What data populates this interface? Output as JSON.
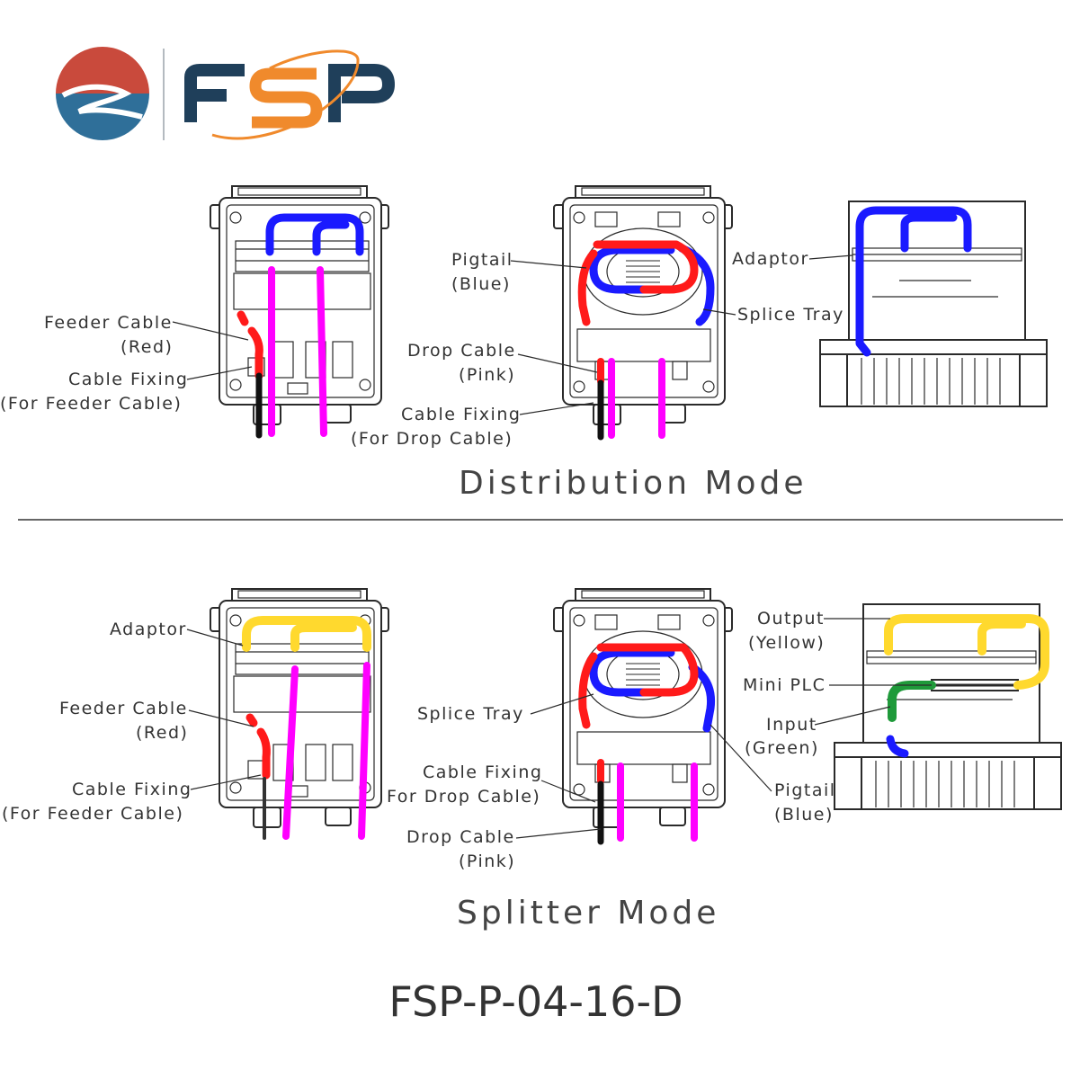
{
  "brand": {
    "logo_text": "FSP",
    "colors": {
      "red": "#c94a3c",
      "blue": "#2f6f99",
      "navy": "#1f3f5a",
      "orange": "#f08a2c"
    }
  },
  "colors": {
    "feeder_red": "#ff1a1a",
    "pigtail_blue": "#1a1aff",
    "drop_pink": "#ff00ff",
    "output_yellow": "#ffd92e",
    "input_green": "#1f9a3a",
    "line": "#2a2a2a"
  },
  "distribution": {
    "title": "Distribution Mode",
    "labels": {
      "feeder_cable": "Feeder Cable",
      "feeder_cable_color": "(Red)",
      "cable_fixing": "Cable Fixing",
      "cable_fixing_feeder": "(For Feeder Cable)",
      "pigtail": "Pigtail",
      "pigtail_color": "(Blue)",
      "drop_cable": "Drop Cable",
      "drop_cable_color": "(Pink)",
      "cable_fixing_2": "Cable Fixing",
      "cable_fixing_drop": "(For Drop Cable)",
      "adaptor": "Adaptor",
      "splice_tray": "Splice Tray"
    }
  },
  "splitter": {
    "title": "Splitter Mode",
    "labels": {
      "adaptor": "Adaptor",
      "feeder_cable": "Feeder Cable",
      "feeder_cable_color": "(Red)",
      "cable_fixing": "Cable Fixing",
      "cable_fixing_feeder": "(For Feeder Cable)",
      "splice_tray": "Splice Tray",
      "cable_fixing_2": "Cable Fixing",
      "cable_fixing_drop": "For Drop Cable)",
      "drop_cable": "Drop Cable",
      "drop_cable_color": "(Pink)",
      "output": "Output",
      "output_color": "(Yellow)",
      "mini_plc": "Mini PLC",
      "input": "Input",
      "input_color": "(Green)",
      "pigtail": "Pigtail",
      "pigtail_color": "(Blue)"
    }
  },
  "model": "FSP-P-04-16-D"
}
